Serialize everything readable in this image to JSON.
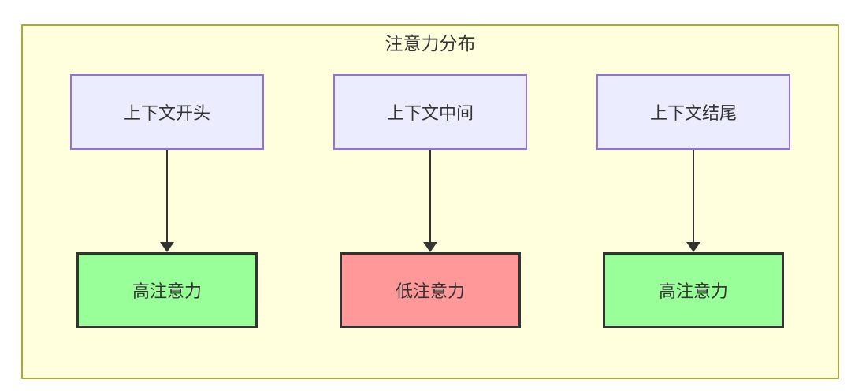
{
  "diagram": {
    "title": "注意力分布",
    "columns": [
      {
        "source": {
          "label": "上下文开头"
        },
        "target": {
          "label": "高注意力",
          "level": "high"
        }
      },
      {
        "source": {
          "label": "上下文中间"
        },
        "target": {
          "label": "低注意力",
          "level": "low"
        }
      },
      {
        "source": {
          "label": "上下文结尾"
        },
        "target": {
          "label": "高注意力",
          "level": "high"
        }
      }
    ],
    "colors": {
      "cluster_fill": "#ffffde",
      "cluster_border": "#aaaa33",
      "source_fill": "#ececff",
      "source_border": "#9370db",
      "high_attention_fill": "#99ff99",
      "low_attention_fill": "#ff9999",
      "target_border": "#333333",
      "arrow": "#333333",
      "text": "#333333"
    }
  }
}
